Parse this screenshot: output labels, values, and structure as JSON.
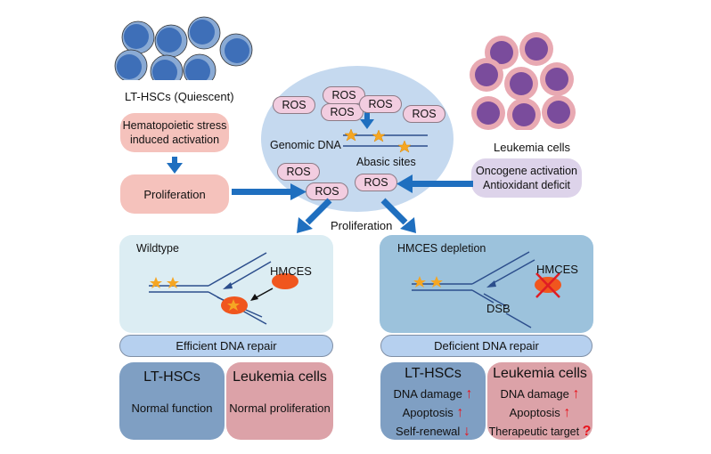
{
  "top_left": {
    "label": "LT-HSCs (Quiescent)",
    "cell_colors": {
      "outer": "#8aaad4",
      "inner": "#3e6fb8"
    }
  },
  "top_right": {
    "label": "Leukemia cells",
    "cell_colors": {
      "outer": "#e8a9b2",
      "inner": "#7a4c9c"
    }
  },
  "center": {
    "ros_label": "ROS",
    "genomic_dna_label": "Genomic DNA",
    "abasic_sites_label": "Abasic sites",
    "proliferation_label": "Proliferation"
  },
  "left_flow": {
    "stress_box": "Hematopoietic stress induced activation",
    "stress_line1": "Hematopoietic stress",
    "stress_line2": "induced activation",
    "proliferation_box": "Proliferation"
  },
  "right_flow": {
    "line1": "Oncogene activation",
    "line2": "Antioxidant deficit"
  },
  "wildtype_panel": {
    "title": "Wildtype",
    "protein_label": "HMCES",
    "repair_bar": "Efficient DNA repair"
  },
  "depletion_panel": {
    "title": "HMCES depletion",
    "protein_label": "HMCES",
    "dsb_label": "DSB",
    "repair_bar": "Deficient DNA repair"
  },
  "outcomes_wildtype": {
    "hsc": {
      "title": "LT-HSCs",
      "text": "Normal function"
    },
    "leukemia": {
      "title": "Leukemia cells",
      "text": "Normal proliferation"
    }
  },
  "outcomes_depletion": {
    "hsc": {
      "title": "LT-HSCs",
      "lines": [
        {
          "text": "DNA damage",
          "mark": "↑"
        },
        {
          "text": "Apoptosis",
          "mark": "↑"
        },
        {
          "text": "Self-renewal",
          "mark": "↓"
        }
      ]
    },
    "leukemia": {
      "title": "Leukemia cells",
      "lines": [
        {
          "text": "DNA damage",
          "mark": "↑"
        },
        {
          "text": "Apoptosis",
          "mark": "↑"
        },
        {
          "text": "Therapeutic target",
          "mark": "?"
        }
      ]
    }
  },
  "colors": {
    "flow_arrow": "#1f6fbf",
    "ros_fill": "#f2cde0",
    "nucleus": "#c5d9ef",
    "wildtype_panel": "#dcedf3",
    "depletion_panel": "#9cc2dc",
    "repair_bar": "#b6d0ef",
    "hsc_box": "#7f9fc3",
    "leukemia_box": "#dca2a8",
    "hmces": "#f0561e",
    "cross": "#e01c24",
    "star": "#f5a623"
  }
}
